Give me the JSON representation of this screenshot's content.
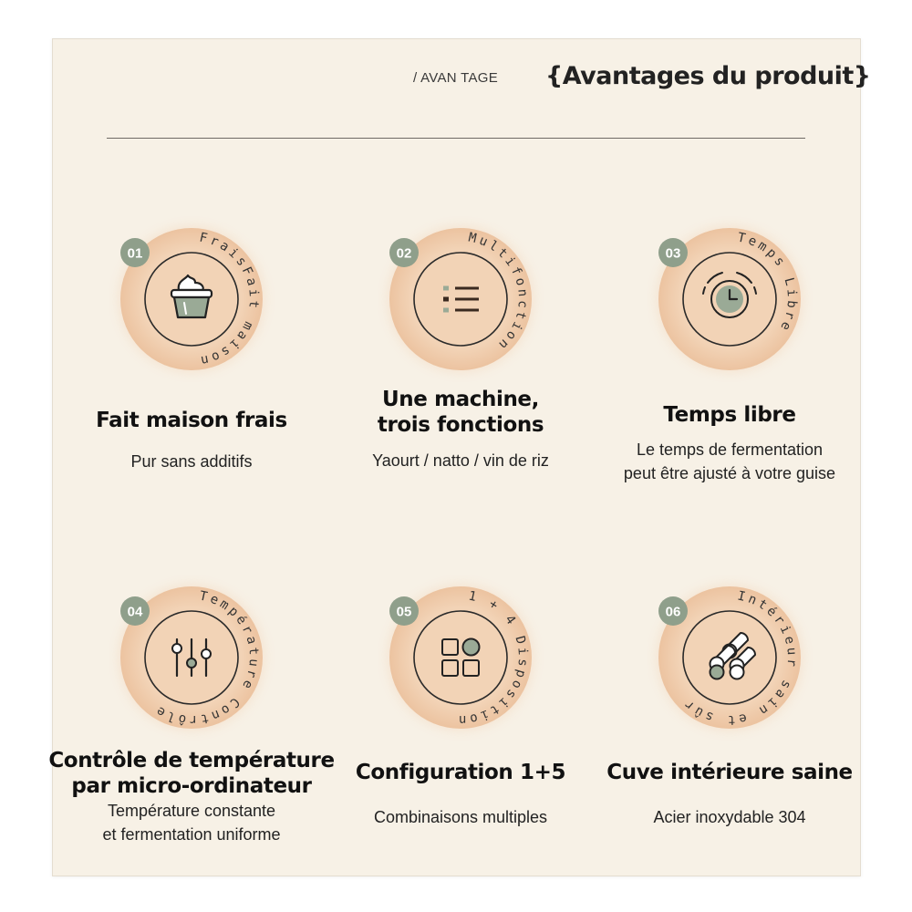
{
  "header": {
    "section_tag": "/ AVAN TAGE",
    "title": "{Avantages du produit}"
  },
  "colors": {
    "card_background": "#f7f1e6",
    "circle_fill": "#f2d3b6",
    "badge_fill": "#8f9f8b",
    "icon_accent": "#9aaa96",
    "text_dark": "#111111"
  },
  "features": [
    {
      "number": "01",
      "arc_text": "FraisFait maison",
      "icon": "yogurt-cup-icon",
      "title": [
        "Fait maison frais"
      ],
      "subtitle": [
        "Pur sans additifs"
      ]
    },
    {
      "number": "02",
      "arc_text": "Multifonction",
      "icon": "list-icon",
      "title": [
        "Une machine,",
        "trois fonctions"
      ],
      "subtitle": [
        "Yaourt / natto / vin de riz"
      ]
    },
    {
      "number": "03",
      "arc_text": "Temps Libre",
      "icon": "timer-icon",
      "title": [
        "Temps libre"
      ],
      "subtitle": [
        "Le temps de fermentation",
        "peut être ajusté à votre guise"
      ]
    },
    {
      "number": "04",
      "arc_text": "Température Contrôle",
      "icon": "sliders-icon",
      "title": [
        "Contrôle de température",
        "par micro-ordinateur"
      ],
      "subtitle": [
        "Température constante",
        "et fermentation uniforme"
      ]
    },
    {
      "number": "05",
      "arc_text": "1 + 4 Disposition",
      "icon": "grid-icon",
      "title": [
        "Configuration 1+5"
      ],
      "subtitle": [
        "Combinaisons multiples"
      ]
    },
    {
      "number": "06",
      "arc_text": "Intérieur sain et sûr",
      "icon": "cylinders-icon",
      "title": [
        "Cuve intérieure saine"
      ],
      "subtitle": [
        "Acier inoxydable 304"
      ]
    }
  ]
}
